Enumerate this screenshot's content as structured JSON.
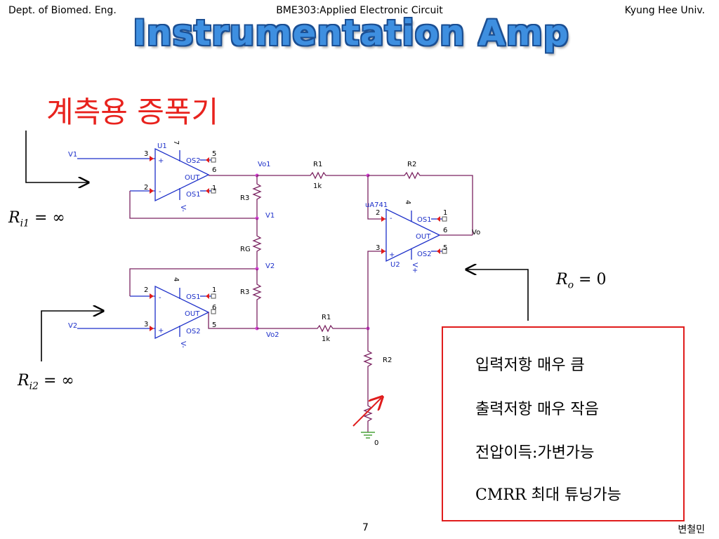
{
  "header": {
    "left": "Dept. of Biomed. Eng.",
    "center": "BME303:Applied Electronic Circuit",
    "right": "Kyung Hee Univ."
  },
  "title": "Instrumentation Amp",
  "subtitle_kr": "계측용 증폭기",
  "annotations": {
    "ri1": {
      "symbol": "R",
      "sub": "i1",
      "value": "= ∞"
    },
    "ri2": {
      "symbol": "R",
      "sub": "i2",
      "value": "= ∞"
    },
    "ro": {
      "symbol": "R",
      "sub": "o",
      "value": "= 0"
    }
  },
  "info_box": {
    "lines": [
      "입력저항 매우 큼",
      "출력저항 매우 작음",
      "전압이득:가변가능",
      "CMRR 최대 튜닝가능"
    ]
  },
  "circuit": {
    "nets": {
      "v1_in": "V1",
      "v2_in": "V2",
      "vo1": "Vo1",
      "vo2": "Vo2",
      "v1_node": "V1",
      "v2_node": "V2",
      "vo": "Vo",
      "gnd": "0"
    },
    "parts": {
      "u1": "U1",
      "u2": "U2",
      "ua741": "uA741",
      "r1a": "R1",
      "r1b": "R1",
      "r1_val": "1k",
      "r2a": "R2",
      "r2b": "R2",
      "r3a": "R3",
      "r3b": "R3",
      "rg": "RG"
    },
    "pin_labels": {
      "os1": "OS1",
      "os2": "OS2",
      "out": "OUT",
      "vplus": "V+",
      "vminus": "V-",
      "plus": "+",
      "minus": "-"
    },
    "pin_numbers": {
      "p1": "1",
      "p2": "2",
      "p3": "3",
      "p4": "4",
      "p5": "5",
      "p6": "6",
      "p7": "7"
    }
  },
  "footer": {
    "page": "7",
    "author": "변철민"
  }
}
